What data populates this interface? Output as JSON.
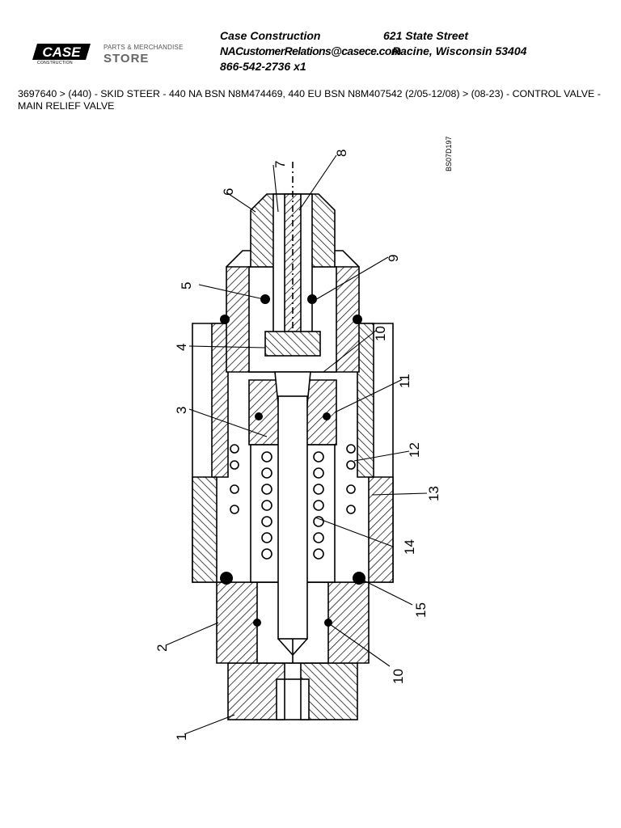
{
  "header": {
    "logo_text": "CASE",
    "logo_sub": "CONSTRUCTION",
    "store_top": "PARTS & MERCHANDISE",
    "store_main": "STORE",
    "company": "Case Construction",
    "street": "621 State Street",
    "email": "NACustomerRelations@casece.com",
    "city": "Racine, Wisconsin 53404",
    "phone": "866-542-2736 x1"
  },
  "breadcrumb": "3697640 > (440) - SKID STEER - 440 NA BSN N8M474469, 440 EU BSN N8M407542 (2/05-12/08) > (08-23) - CONTROL VALVE - MAIN RELIEF VALVE",
  "diagram": {
    "code": "BS07D197",
    "callouts": [
      "1",
      "2",
      "3",
      "4",
      "5",
      "6",
      "7",
      "8",
      "9",
      "10",
      "11",
      "12",
      "13",
      "14",
      "15",
      "10"
    ]
  }
}
